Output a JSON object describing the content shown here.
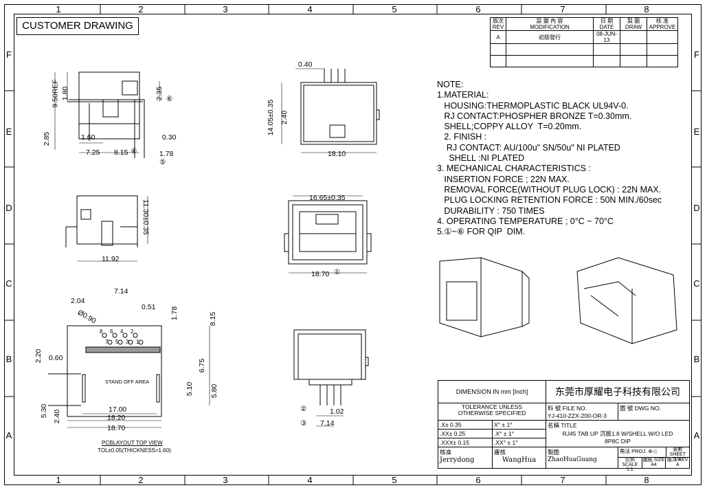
{
  "zones": {
    "columns": [
      "1",
      "2",
      "3",
      "4",
      "5",
      "6",
      "7",
      "8"
    ],
    "rows": [
      "F",
      "E",
      "D",
      "C",
      "B",
      "A"
    ]
  },
  "header": {
    "title": "CUSTOMER DRAWING"
  },
  "revision": {
    "head_rev_cn": "版次",
    "head_rev": "REV",
    "head_mod_cn": "設 變 內 容",
    "head_mod": "MODIFICATION",
    "head_date_cn": "日 期",
    "head_date": "DATE",
    "head_draw_cn": "製 圖",
    "head_draw": "DRAW",
    "head_appr_cn": "核 准",
    "head_appr": "APPROVE",
    "row_rev": "A",
    "row_mod": "初版發行",
    "row_date": "08-JUN-13"
  },
  "notes": {
    "l01": "NOTE:",
    "l02": "1.MATERIAL:",
    "l03": "   HOUSING:THERMOPLASTIC BLACK UL94V-0.",
    "l04": "   RJ CONTACT:PHOSPHER BRONZE T=0.30mm.",
    "l05": "   SHELL;COPPY ALLOY  T=0.20mm.",
    "l06": "   2. FINISH :",
    "l07": "    RJ CONTACT: AU/100u\" SN/50u\" NI PLATED",
    "l08": "     SHELL :NI PLATED",
    "l09": "3. MECHANICAL CHARACTERISTICS :",
    "l10": "   INSERTION FORCE ; 22N MAX.",
    "l11": "   REMOVAL FORCE(WITHOUT PLUG LOCK) : 22N MAX.",
    "l12": "   PLUG LOCKING RETENTION FORCE : 50N MIN./60sec",
    "l13": "   DURABILITY : 750 TIMES",
    "l14": "4. OPERATING TEMPERATURE ; 0°C ~ 70°C",
    "l15": "5.①~⑥ FOR QIP  DIM."
  },
  "dims": {
    "d950": "9.50REF",
    "d180": "1.80",
    "d235": "2.35",
    "c06": "⑥",
    "d285": "2.85",
    "d160": "1.60",
    "d030": "0.30",
    "d725": "7.25",
    "d815a": "8.15",
    "c04": "④",
    "d178a": "1.78",
    "c05": "⑤",
    "d040": "0.40",
    "d1405": "14.05±0.35",
    "d240a": "2.40",
    "d1810": "18.10",
    "d1130": "11.30±0.35",
    "d1192": "11.92",
    "d1665": "16.65±0.35",
    "d1870a": "18.70",
    "c01": "①",
    "d714a": "7.14",
    "d204": "2.04",
    "d051": "0.51",
    "d090": "Ø0.90",
    "d178b": "1.78",
    "d815b": "8.15",
    "p8": "8",
    "p6": "6",
    "p4": "4",
    "p2": "2",
    "p7": "7",
    "p5": "5",
    "p3": "3",
    "p1": "1",
    "d220": "2.20",
    "d060": "0.60",
    "d675": "6.75",
    "d510": "5.10",
    "d580": "5.80",
    "standoff": "STAND OFF AREA",
    "d530": "5.30",
    "d240b": "2.40",
    "d1700": "17.00",
    "d1820": "18.20",
    "d1870b": "18.70",
    "layout1": "PCBLAYOUT TOP VIEW",
    "layout2": "TOL±0.05(THICKNESS=1.60)",
    "c02": "②",
    "d102": "1.02",
    "c03": "③",
    "d714b": "7.14"
  },
  "titleblock": {
    "dimension": "DIMENSION IN mm [Inch]",
    "company": "东莞市厚耀电子科技有限公司",
    "tol1": "TOLERANCE UNLESS",
    "tol2": "OTHERWISE SPECIFIED",
    "tx1": ".X± 0.35",
    "ta1": "X° ± 1°",
    "tx2": ".XX± 0.25",
    "ta2": ".X° ± 1°",
    "tx3": ".XXX± 0.15",
    "ta3": ".XX° ± 1°",
    "file_lbl": "料 號 FILE NO.",
    "file_no": "YJ-410-ZZX-200-OR-3",
    "dwg_lbl": "圖 號 DWG NO.",
    "title_lbl": "名稱 TITLE",
    "title1": "RJ45 TAB UP 沉板1.8 W/SHELL W/O LED",
    "title2": "8P8C DIP",
    "appr_lbl": "核准",
    "appr_name": "Jerrydong",
    "check_lbl": "審核",
    "check_name": "WangHua",
    "draw_lbl": "製圖",
    "draw_name": "ZhaoHuaGuang",
    "proj_lbl": "角法 PROJ.",
    "sheet_lbl": "張數SHEET",
    "sheet": "1/1",
    "scale_lbl": "比例 SCALE",
    "scale": "1:1",
    "size_lbl": "圖紙 SIZE",
    "size": "A4",
    "rev_lbl": "版次 REV",
    "rev": "A"
  }
}
